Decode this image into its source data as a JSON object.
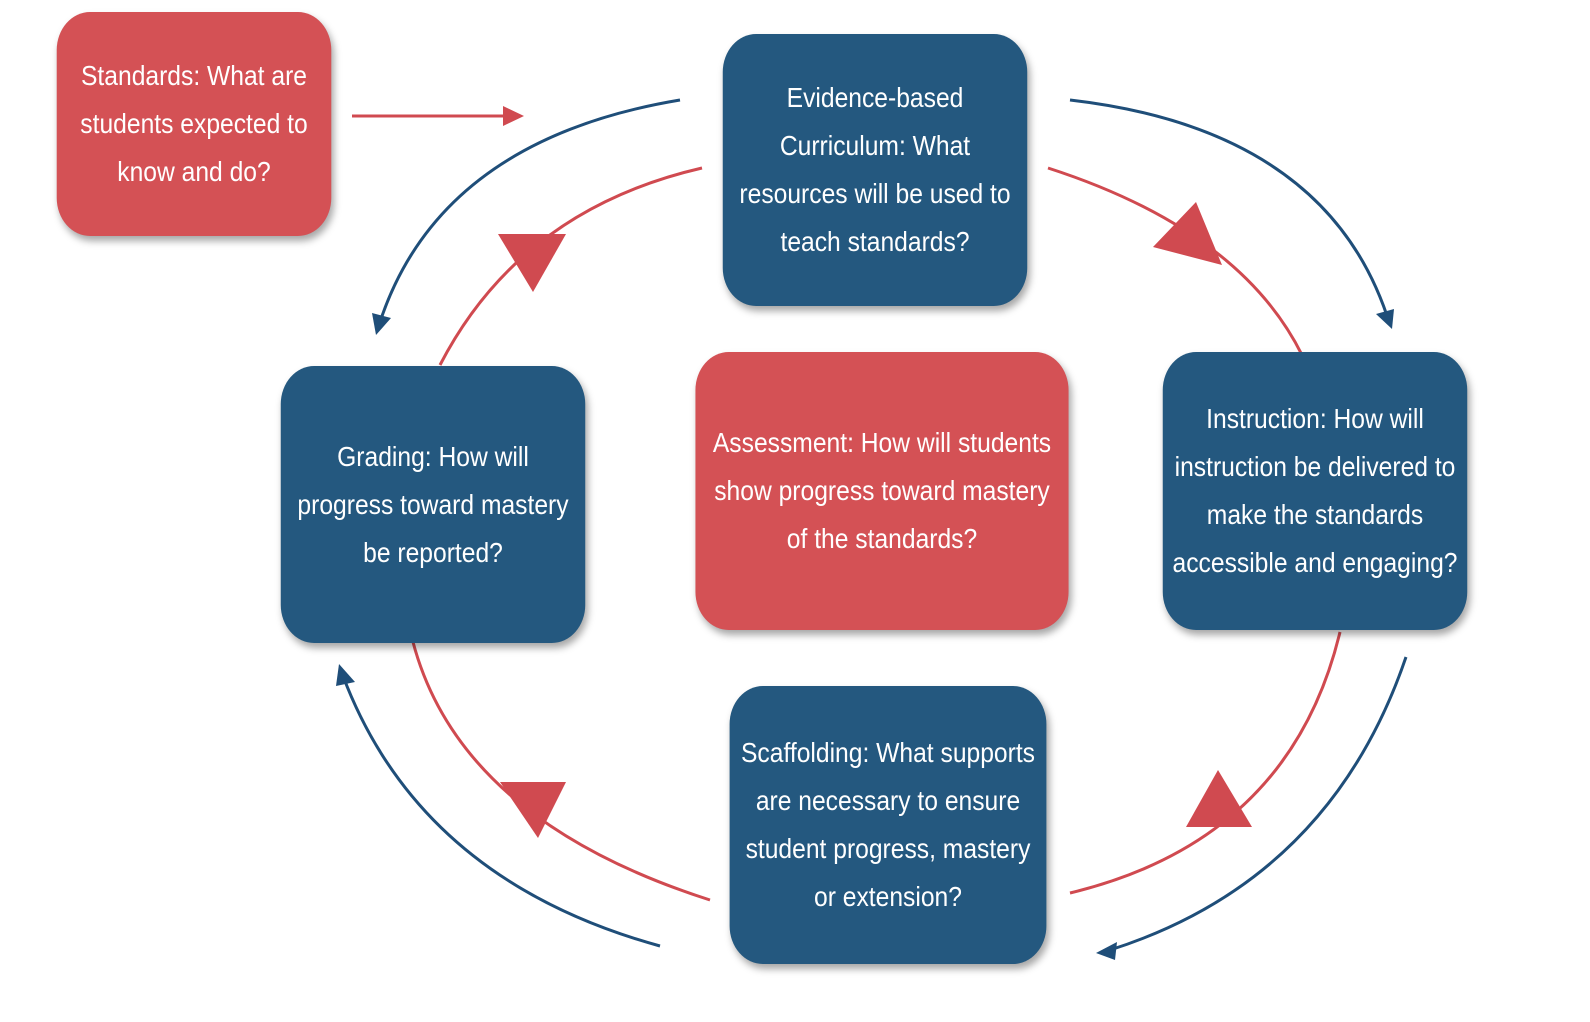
{
  "colors": {
    "red": "#D45155",
    "blue": "#24587F",
    "red_line": "#D04A50",
    "blue_line": "#1F4E79"
  },
  "nodes": {
    "standards": "Standards:  What are students expected to know and do?",
    "curriculum": "Evidence-based Curriculum:  What resources will be used to teach standards?",
    "instruction": "Instruction:  How will instruction be delivered to make the standards accessible and engaging?",
    "assessment": "Assessment:  How will students show progress toward mastery of the standards?",
    "grading": "Grading:  How will progress toward mastery be reported?",
    "scaffolding": "Scaffolding:  What supports are necessary to ensure student progress, mastery or extension?"
  }
}
